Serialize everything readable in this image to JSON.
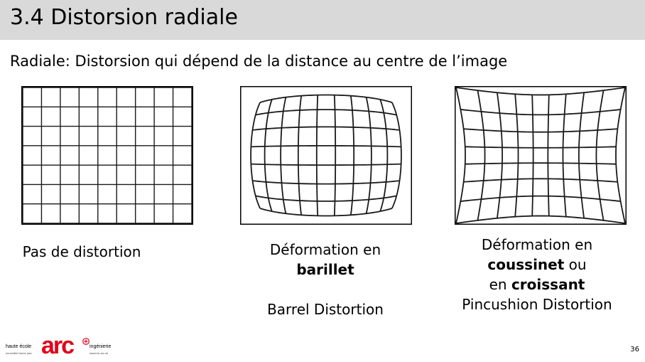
{
  "slide": {
    "title": "3.4 Distorsion radiale",
    "subtitle": "Radiale: Distorsion qui dépend de la distance au centre de l’image",
    "page_number": "36"
  },
  "panels": [
    {
      "id": "none",
      "caption_line1": "Pas de distortion"
    },
    {
      "id": "barrel",
      "caption_line1": "Déformation en",
      "caption_bold": "barillet",
      "caption_english": "Barrel Distortion"
    },
    {
      "id": "pincushion",
      "caption_line1": "Déformation en",
      "caption_bold1": "coussinet",
      "caption_mid": " ou",
      "caption_pre2": "en ",
      "caption_bold2": "croissant",
      "caption_english": "Pincushion Distortion"
    }
  ],
  "footer": {
    "logo_left_line1": "haute école",
    "logo_left_line2": "neuchâtel berne jura",
    "logo_brand": "arc",
    "logo_right_line1": "ingénierie",
    "logo_right_line2": "www.he-arc.ch",
    "brand_color": "#e2001a"
  }
}
